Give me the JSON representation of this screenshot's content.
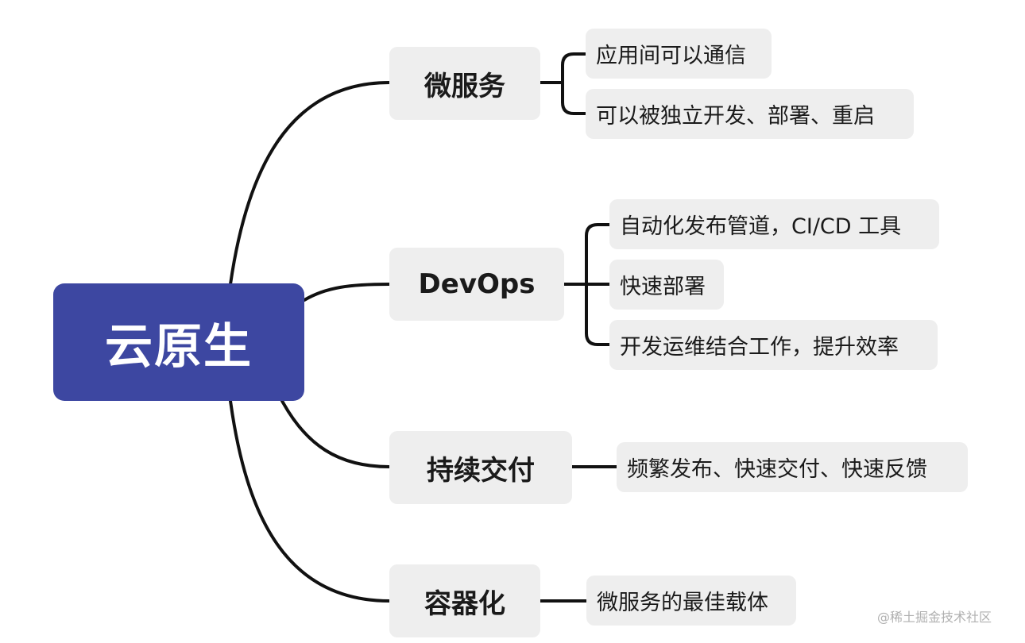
{
  "root": {
    "label": "云原生"
  },
  "branches": [
    {
      "label": "微服务",
      "children": [
        "应用间可以通信",
        "可以被独立开发、部署、重启"
      ]
    },
    {
      "label": "DevOps",
      "children": [
        "自动化发布管道，CI/CD 工具",
        "快速部署",
        "开发运维结合工作，提升效率"
      ]
    },
    {
      "label": "持续交付",
      "children": [
        "频繁发布、快速交付、快速反馈"
      ]
    },
    {
      "label": "容器化",
      "children": [
        "微服务的最佳载体"
      ]
    }
  ],
  "watermark": "@稀土掘金技术社区",
  "colors": {
    "root_fill": "#3d47a1",
    "node_fill": "#eeeeee",
    "connector": "#111111"
  }
}
